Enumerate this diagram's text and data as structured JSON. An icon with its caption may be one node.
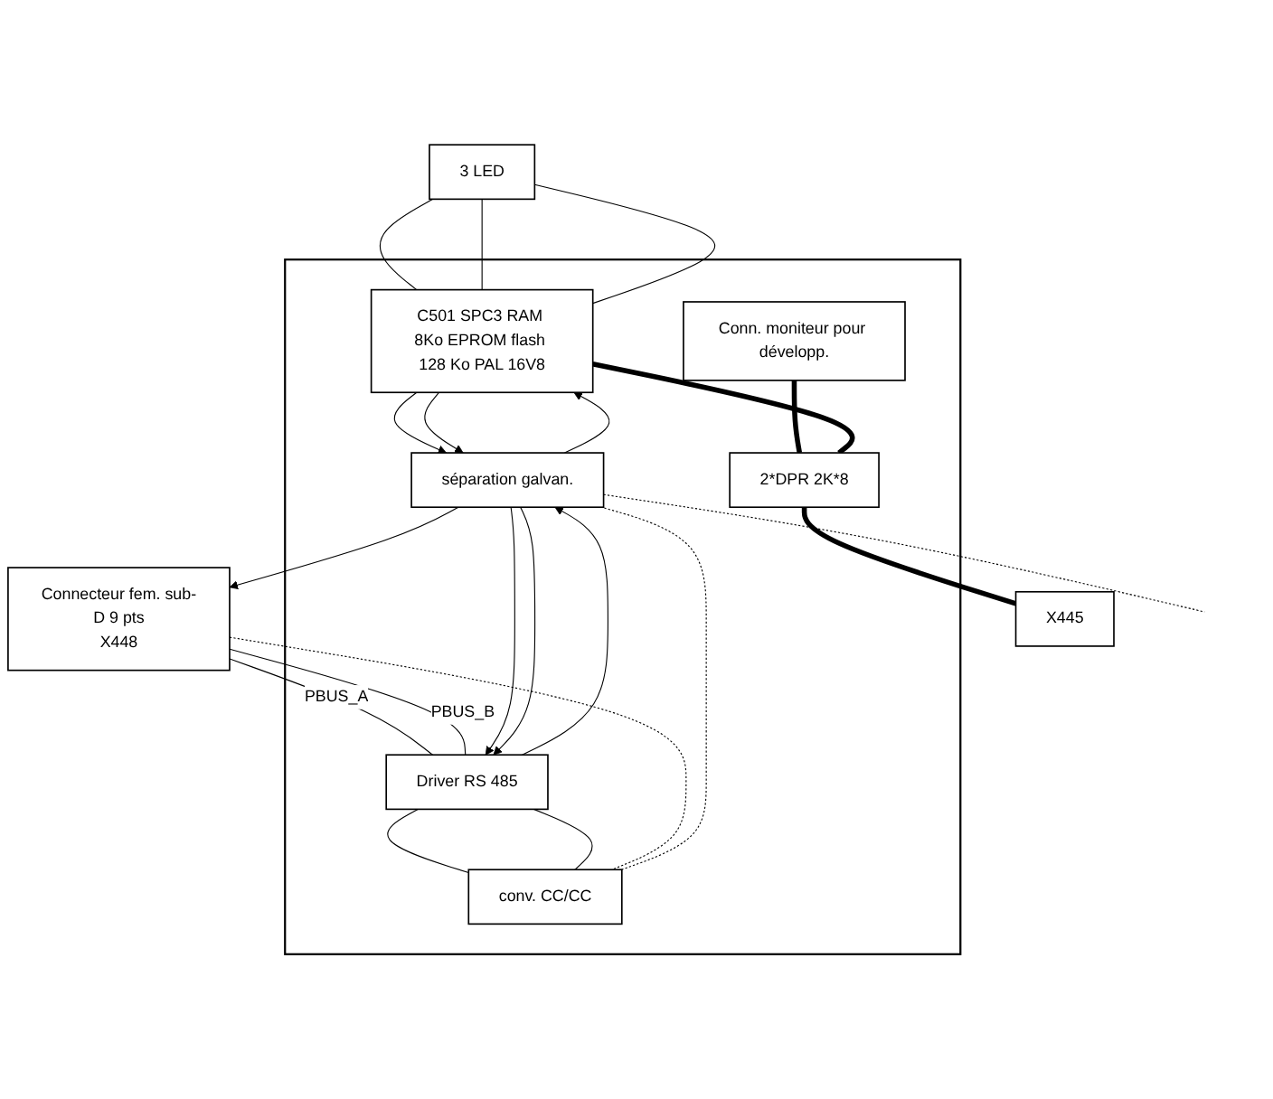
{
  "diagram": {
    "nodes": [
      {
        "text": [
          "3 LED"
        ]
      },
      {
        "text": [
          "Connecteur fem. sub-D 9 pts",
          "X448"
        ]
      },
      {
        "text": [],
        "shape": "box"
      },
      {
        "text": [
          "Driver RS 485"
        ],
        "in": 2
      },
      {
        "text": [
          "conv. CC/CC"
        ],
        "in": 2
      },
      {
        "text": [
          "séparation galvan."
        ],
        "in": 2
      },
      {
        "text": [
          "C501 SPC3 RAM 8Ko EPROM flash 128 Ko PAL 16V8"
        ],
        "in": 2
      },
      {
        "text": [
          "Conn. moniteur pour développ."
        ],
        "in": 2
      },
      {
        "text": [
          "2*DPR 2K*8"
        ],
        "in": 2
      },
      {
        "text": [
          "X445"
        ]
      }
    ],
    "edges": [
      {
        "from": 0,
        "to": 6,
        "arrow": "none"
      },
      {
        "from": 0,
        "to": 6,
        "arrow": "none"
      },
      {
        "from": 0,
        "to": 6,
        "arrow": "none"
      },
      {
        "from": 1,
        "to": 3,
        "label": "PBUS_A",
        "arrow": "none"
      },
      {
        "from": 1,
        "to": 3,
        "label": "PBUS_B",
        "arrow": "none"
      },
      {
        "from": 5,
        "to": 1,
        "arrow": "to"
      },
      {
        "from": 5,
        "to": 3,
        "arrow": "to"
      },
      {
        "from": 5,
        "to": 3,
        "arrow": "to"
      },
      {
        "from": 3,
        "to": 5,
        "arrow": "to"
      },
      {
        "from": 3,
        "to": 4,
        "arrow": "none"
      },
      {
        "from": 3,
        "to": 4,
        "arrow": "none"
      },
      {
        "from": 1,
        "to": 4,
        "arrow": "none",
        "style": "dashed"
      },
      {
        "from": 4,
        "to": 5,
        "arrow": "none",
        "style": "dashed"
      },
      {
        "from": 5,
        "to": null,
        "arrow": "none",
        "style": "dashed"
      },
      {
        "from": 5,
        "to": 6,
        "arrow": "to"
      },
      {
        "from": 6,
        "to": 5,
        "arrow": "to"
      },
      {
        "from": 6,
        "to": 5,
        "arrow": "to"
      },
      {
        "from": 7,
        "to": 8,
        "arrow": "none",
        "style": "thick"
      },
      {
        "from": 6,
        "to": 8,
        "arrow": "none",
        "style": "thick"
      },
      {
        "from": 8,
        "to": 9,
        "arrow": "none",
        "style": "thick"
      }
    ]
  }
}
